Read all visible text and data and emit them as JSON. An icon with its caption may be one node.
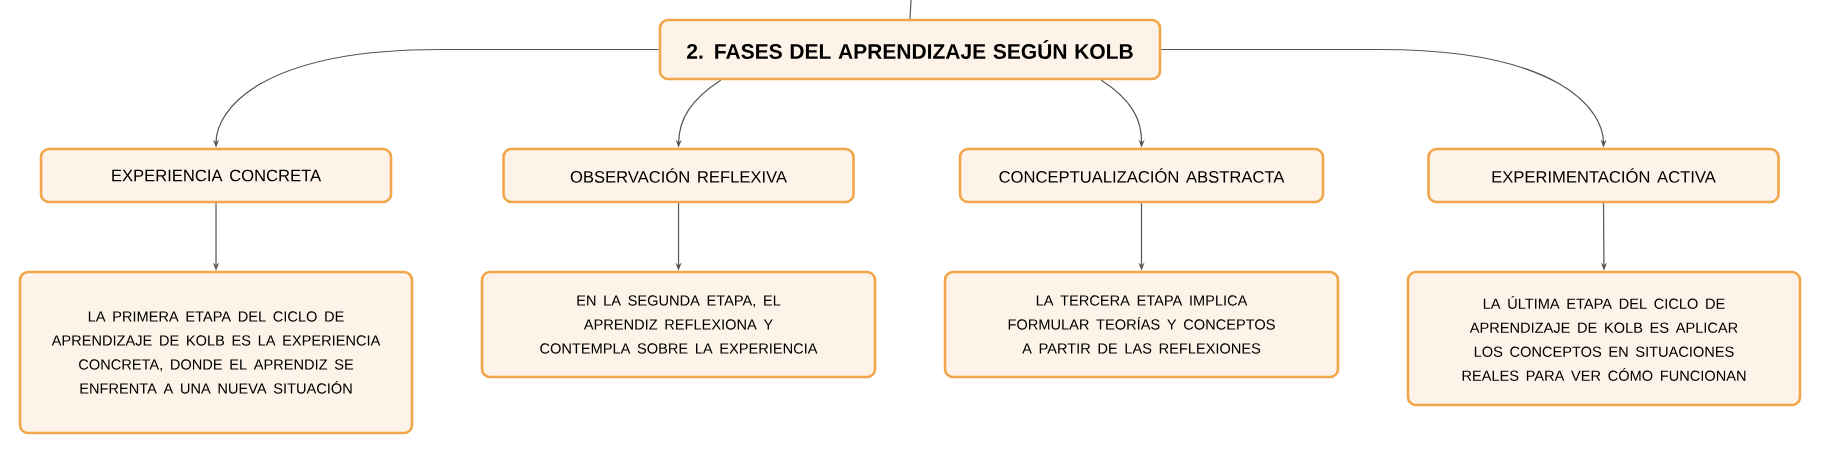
{
  "diagram": {
    "nodes": [
      {
        "text": [
          "2. FASES DEL APRENDIZAJE SEGÚN KOLB"
        ]
      },
      {
        "text": [
          "EXPERIENCIA CONCRETA"
        ]
      },
      {
        "text": [
          "OBSERVACIÓN REFLEXIVA"
        ]
      },
      {
        "text": [
          "CONCEPTUALIZACIÓN ABSTRACTA"
        ]
      },
      {
        "text": [
          "EXPERIMENTACIÓN ACTIVA"
        ]
      },
      {
        "text": [
          "LA PRIMERA ETAPA DEL CICLO DE APRENDIZAJE DE KOLB ES LA EXPERIENCIA CONCRETA, DONDE EL APRENDIZ SE ENFRENTA A UNA NUEVA SITUACIÓN"
        ]
      },
      {
        "text": [
          "EN LA SEGUNDA ETAPA, EL APRENDIZ REFLEXIONA Y CONTEMPLA SOBRE LA EXPERIENCIA"
        ]
      },
      {
        "text": [
          "LA TERCERA ETAPA IMPLICA FORMULAR TEORÍAS Y CONCEPTOS A PARTIR DE LAS REFLEXIONES"
        ]
      },
      {
        "text": [
          "LA ÚLTIMA ETAPA DEL CICLO DE APRENDIZAJE DE KOLB ES APLICAR LOS CONCEPTOS EN SITUACIONES REALES PARA VER CÓMO FUNCIONAN"
        ]
      }
    ],
    "edges": [
      {
        "from": null,
        "to": 0,
        "arrow": "none"
      },
      {
        "from": 0,
        "to": 1,
        "arrow": "to"
      },
      {
        "from": 0,
        "to": 2,
        "arrow": "to"
      },
      {
        "from": 0,
        "to": 3,
        "arrow": "to"
      },
      {
        "from": 0,
        "to": 4,
        "arrow": "to"
      },
      {
        "from": 1,
        "to": 5,
        "arrow": "to"
      },
      {
        "from": 2,
        "to": 6,
        "arrow": "to"
      },
      {
        "from": 3,
        "to": 7,
        "arrow": "to"
      },
      {
        "from": 4,
        "to": 8,
        "arrow": "to"
      }
    ]
  }
}
